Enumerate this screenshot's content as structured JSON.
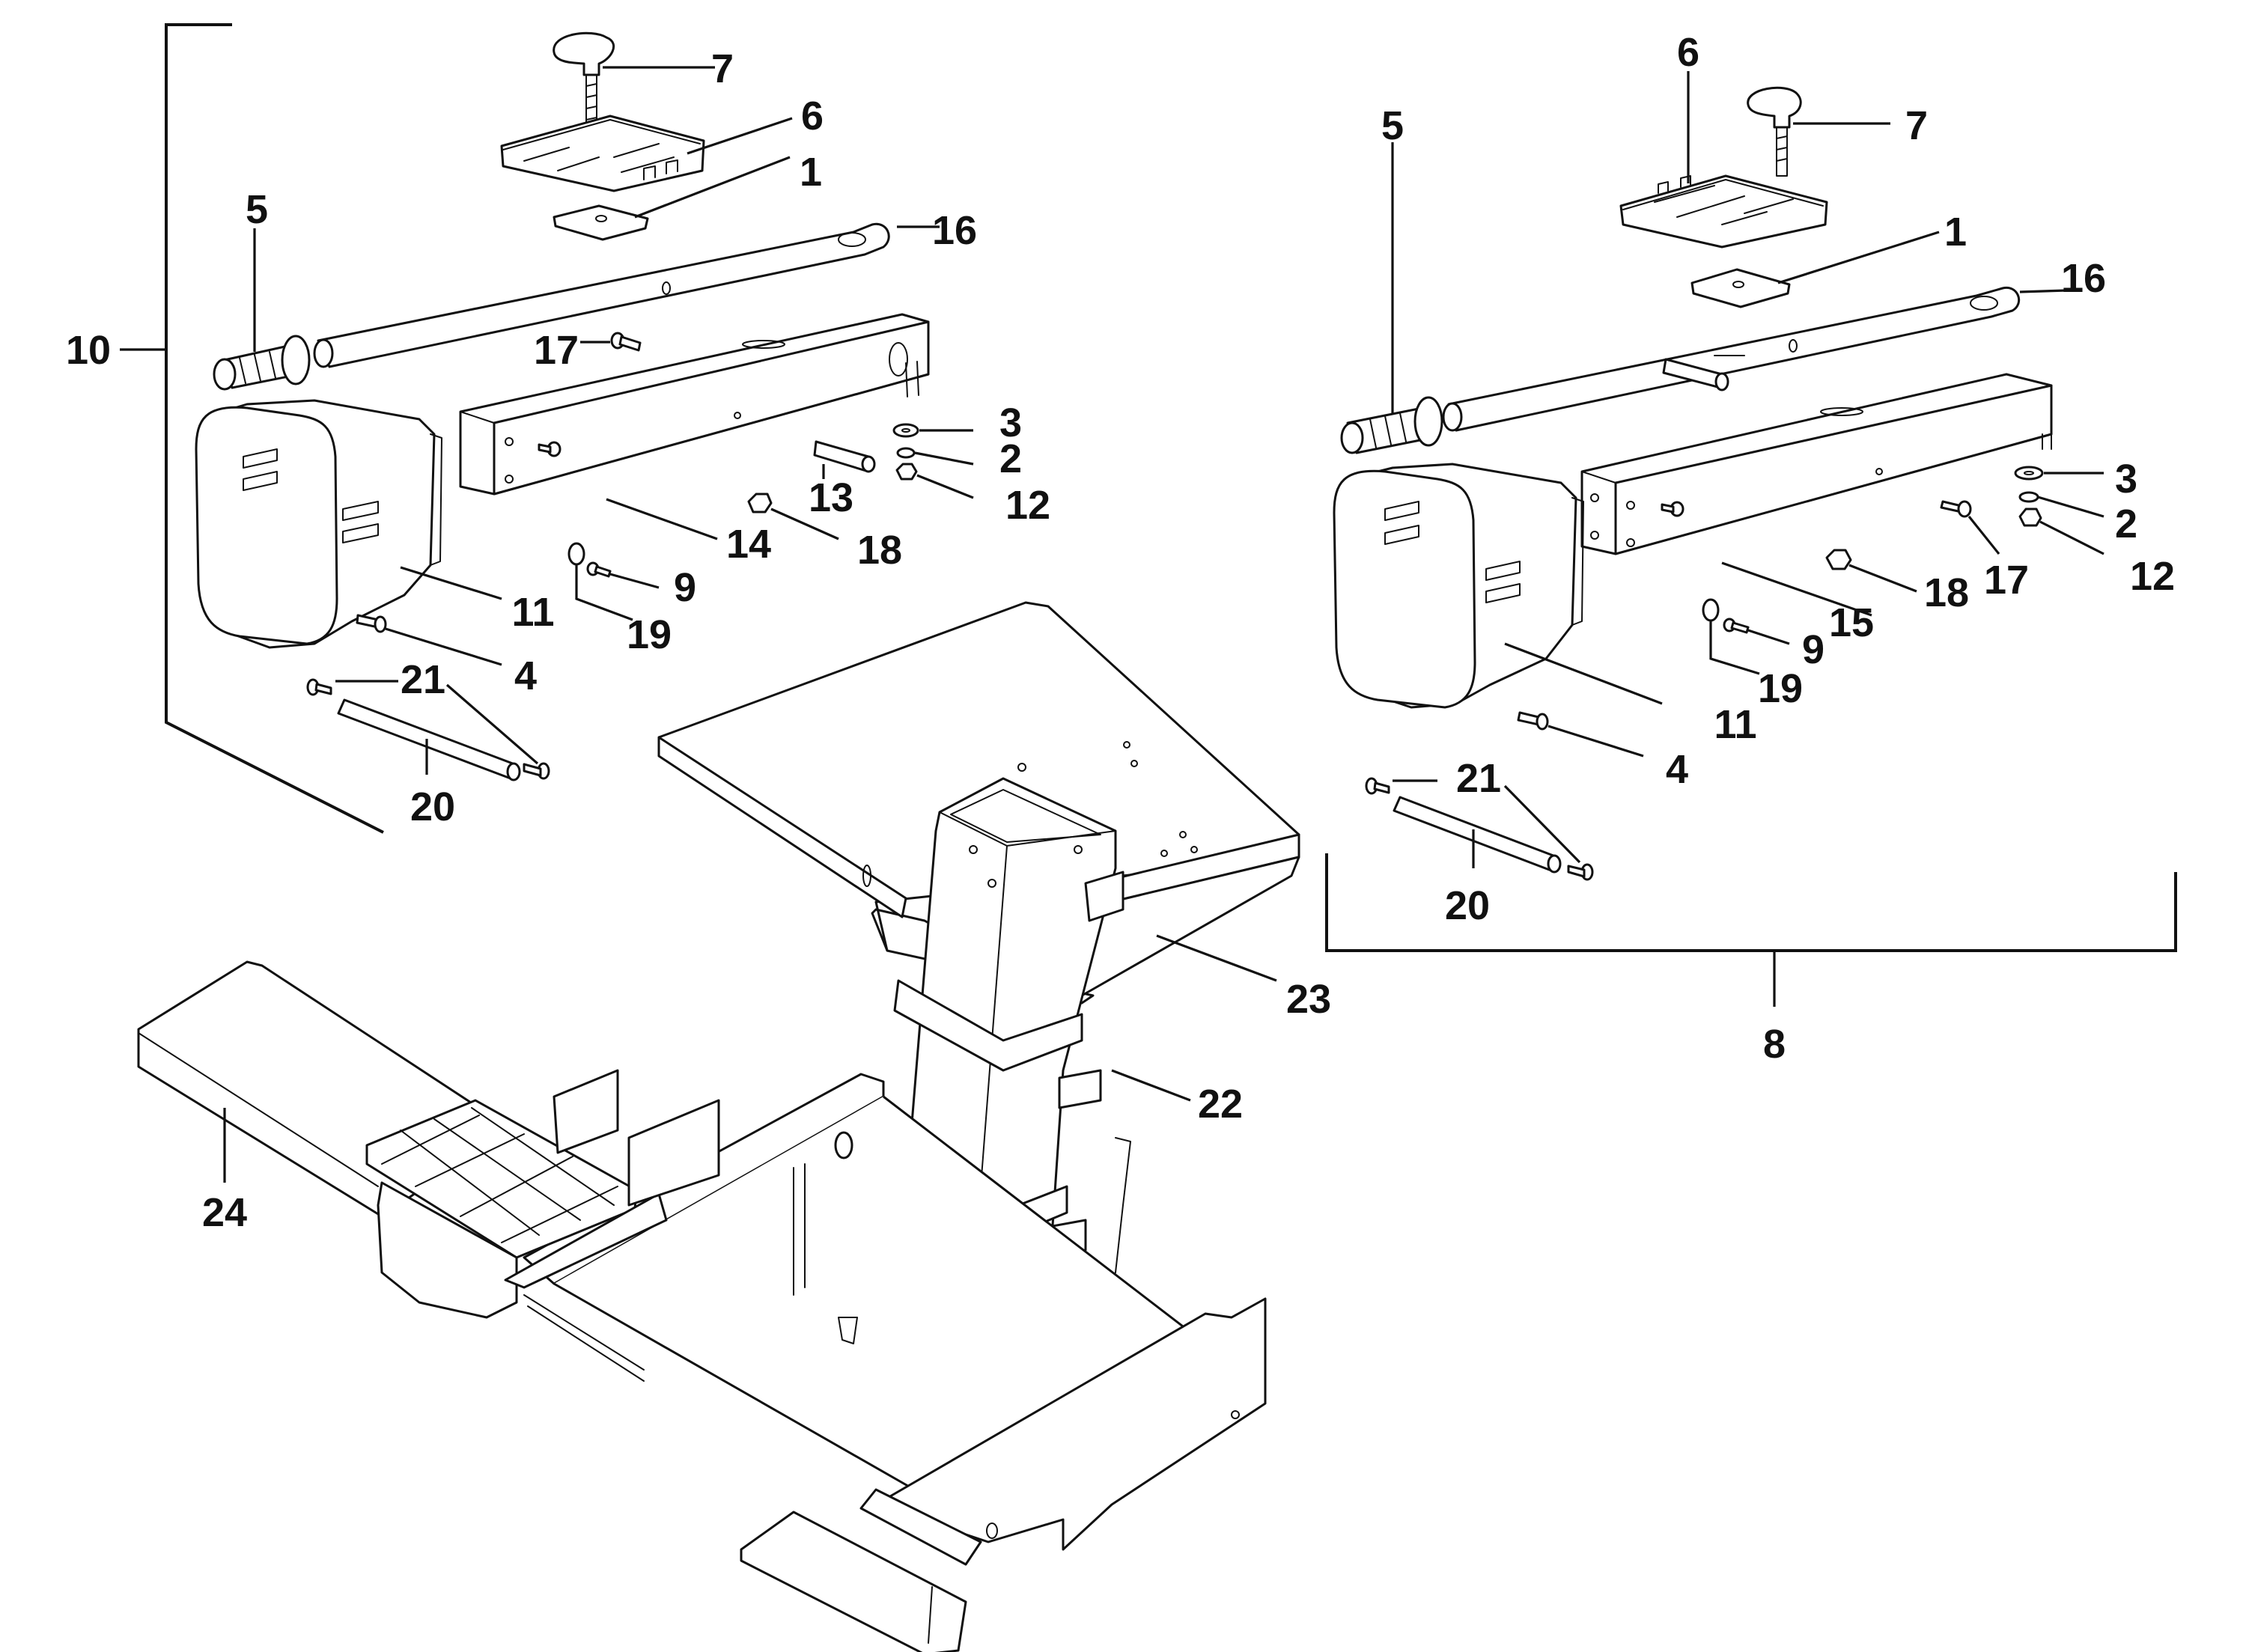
{
  "diagram": {
    "type": "exploded-parts-diagram",
    "assemblies": [
      {
        "id": "assembly-10",
        "callout": "10",
        "parts": [
          "1",
          "2",
          "3",
          "4",
          "5",
          "6",
          "7",
          "9",
          "11",
          "12",
          "13",
          "14",
          "16",
          "17",
          "18",
          "19",
          "20",
          "21"
        ]
      },
      {
        "id": "assembly-8",
        "callout": "8",
        "parts": [
          "1",
          "2",
          "3",
          "4",
          "5",
          "6",
          "7",
          "9",
          "11",
          "12",
          "15",
          "16",
          "17",
          "18",
          "19",
          "20",
          "21"
        ]
      },
      {
        "id": "base",
        "callout": "",
        "parts": [
          "22",
          "23",
          "24"
        ]
      }
    ],
    "callouts_left": {
      "c7": "7",
      "c6": "6",
      "c1": "1",
      "c5": "5",
      "c16": "16",
      "c10": "10",
      "c17": "17",
      "c3": "3",
      "c2": "2",
      "c13": "13",
      "c12": "12",
      "c14": "14",
      "c18": "18",
      "c9": "9",
      "c11": "11",
      "c19": "19",
      "c4": "4",
      "c21": "21",
      "c20": "20"
    },
    "callouts_right": {
      "c6": "6",
      "c5": "5",
      "c7": "7",
      "c1": "1",
      "c16": "16",
      "c3": "3",
      "c2": "2",
      "c12": "12",
      "c17": "17",
      "c18": "18",
      "c15": "15",
      "c9": "9",
      "c19": "19",
      "c11": "11",
      "c4": "4",
      "c21": "21",
      "c20": "20",
      "c8": "8"
    },
    "callouts_base": {
      "c23": "23",
      "c22": "22",
      "c24": "24"
    }
  }
}
